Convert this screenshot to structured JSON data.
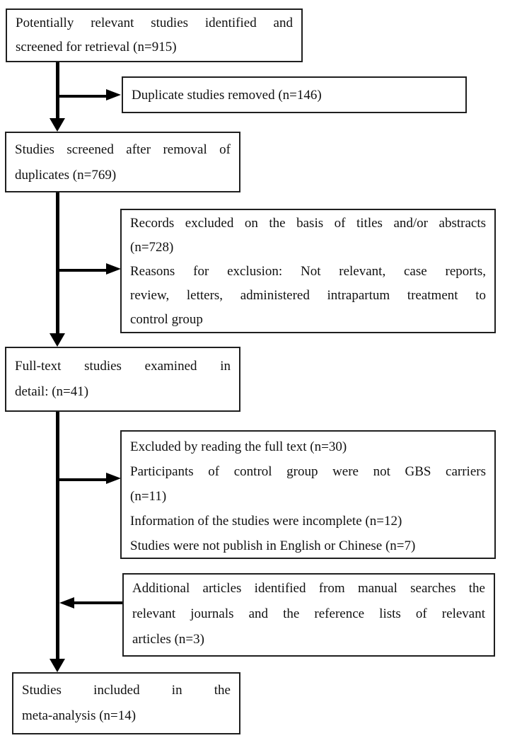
{
  "diagram": {
    "type": "study-selection-flowchart",
    "colors": {
      "line": "#000000",
      "box_border": "#1f1f1f",
      "background": "#ffffff",
      "text": "#111111"
    },
    "boxes": {
      "identified": {
        "lines": [
          "Potentially relevant studies identified and",
          "screened for retrieval (n=915)"
        ],
        "n": 915
      },
      "duplicates_removed": {
        "lines": [
          "Duplicate studies removed (n=146)"
        ],
        "n": 146
      },
      "screened": {
        "lines": [
          "Studies screened after removal of",
          "duplicates (n=769)"
        ],
        "n": 769
      },
      "records_excluded": {
        "lines": [
          "Records excluded on the basis of titles and/or abstracts",
          "(n=728)",
          "Reasons for exclusion: Not relevant, case reports,",
          "review, letters, administered intrapartum treatment to",
          "control group"
        ],
        "n": 728
      },
      "full_text": {
        "lines": [
          "Full-text studies examined in",
          "detail: (n=41)"
        ],
        "n": 41
      },
      "full_text_excluded": {
        "lines": [
          "Excluded by reading the full text (n=30)",
          "Participants of control group were not GBS carriers",
          "(n=11)",
          "Information of the studies were incomplete (n=12)",
          "Studies were not publish in English or Chinese (n=7)"
        ],
        "n": 30,
        "reasons_n": [
          11,
          12,
          7
        ]
      },
      "manual_search": {
        "lines": [
          "Additional articles identified from manual searches the",
          "relevant journals and the reference lists of relevant",
          "articles (n=3)"
        ],
        "n": 3
      },
      "included": {
        "lines": [
          "Studies included in the",
          "meta-analysis (n=14)"
        ],
        "n": 14
      }
    },
    "counts": {
      "identified": 915,
      "duplicates_removed": 146,
      "after_duplicate_removal": 769,
      "excluded_titles_abstracts": 728,
      "full_text_examined": 41,
      "excluded_full_text": 30,
      "control_group_not_gbs_carriers": 11,
      "incomplete_information": 12,
      "not_english_or_chinese": 7,
      "additional_manual_search": 3,
      "included_meta_analysis": 14
    }
  }
}
